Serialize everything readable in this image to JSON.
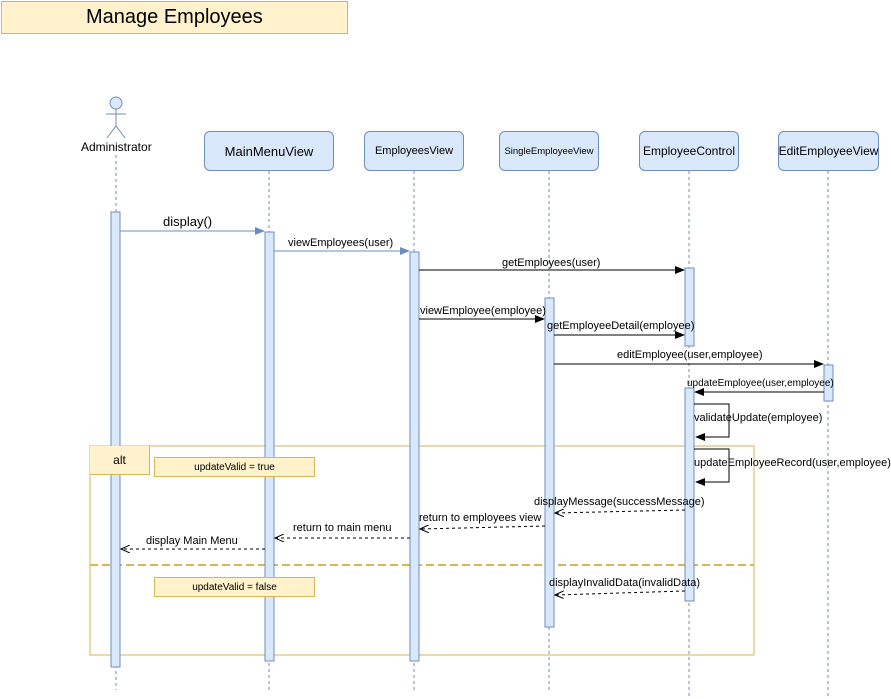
{
  "title": "Manage Employees",
  "actor": {
    "label": "Administrator"
  },
  "lifelines": [
    {
      "id": "main",
      "label": "MainMenuView"
    },
    {
      "id": "emps",
      "label": "EmployeesView"
    },
    {
      "id": "single",
      "label": "SingleEmployeeView"
    },
    {
      "id": "control",
      "label": "EmployeeControl"
    },
    {
      "id": "edit",
      "label": "EditEmployeeView"
    }
  ],
  "messages": {
    "display": "display()",
    "view_employees": "viewEmployees(user)",
    "get_employees": "getEmployees(user)",
    "view_employee": "viewEmployee(employee)",
    "get_employee_detail": "getEmployeeDetail(employee)",
    "edit_employee": "editEmployee(user,employee)",
    "update_employee": "updateEmployee(user,employee)",
    "validate_update": "validateUpdate(employee)",
    "update_employee_record": "updateEmployeeRecord(user,employee)",
    "display_message": "displayMessage(successMessage)",
    "return_to_employees": "return to employees view",
    "return_to_main": "return to main menu",
    "display_main_menu": "display Main Menu",
    "display_invalid_data": "displayInvalidData(invalidData)"
  },
  "alt": {
    "label": "alt",
    "guard_true": "updateValid = true",
    "guard_false": "updateValid = false"
  },
  "colors": {
    "lifeline_fill": "#dae8fc",
    "lifeline_stroke": "#6c8ebf",
    "note_fill": "#fff2cc",
    "note_stroke": "#d6b656",
    "alt_stroke": "#d6b656"
  }
}
